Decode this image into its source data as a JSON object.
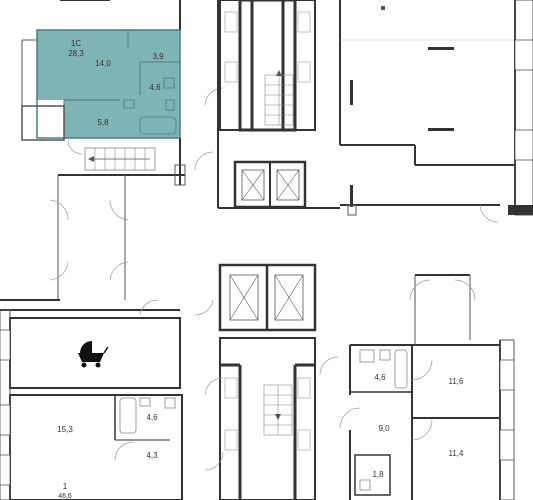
{
  "apartment_highlighted": {
    "number": "1С",
    "total_area": "28,3",
    "rooms": [
      "14,0",
      "3,9",
      "4,6",
      "5,8"
    ]
  },
  "apartment_bottom_left": {
    "number": "1",
    "total_area": "46,6",
    "rooms": [
      "15,3",
      "4,6",
      "4,3"
    ]
  },
  "apartment_right": {
    "rooms": [
      "4,6",
      "11,6",
      "9,0",
      "11,4",
      "1,8"
    ]
  },
  "colors": {
    "highlight": "#7fb3b4",
    "wall": "#333333",
    "line": "#8a8a8a"
  },
  "icons": [
    "stroller-icon",
    "elevator-icon",
    "staircase-icon"
  ]
}
